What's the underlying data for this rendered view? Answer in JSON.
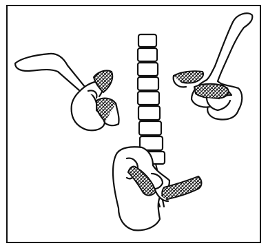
{
  "figure": {
    "background": "#ffffff",
    "ink": "#111111",
    "parts": [
      "left-humerus-drawing",
      "right-humerus-drawing",
      "vertebral-column-drawing",
      "hip-bone-drawing"
    ],
    "vertebrae_count": 9
  }
}
